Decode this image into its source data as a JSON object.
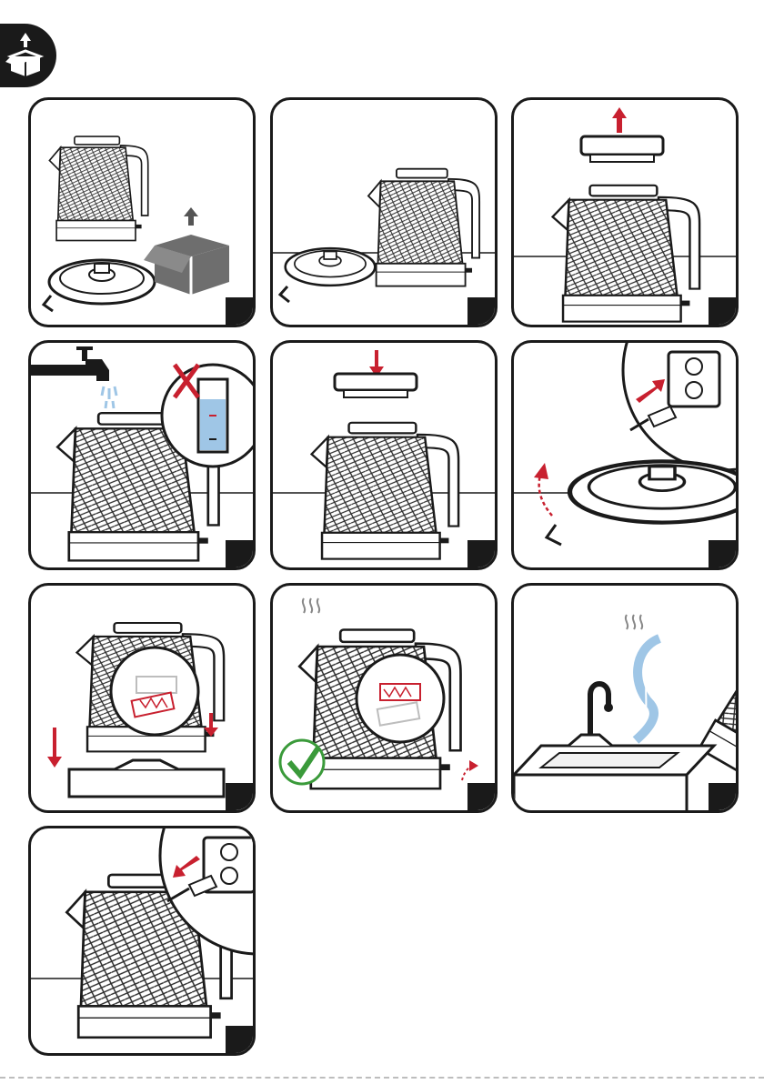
{
  "colors": {
    "ink": "#1a1a1a",
    "accent_red": "#c8202f",
    "water_blue": "#9fc6e6",
    "check_green": "#3a9a3a",
    "mesh": "#2a2a2a"
  },
  "header": {
    "icon": "unbox-arrow-icon"
  },
  "panels": [
    {
      "scene": "unbox"
    },
    {
      "scene": "place-on-base"
    },
    {
      "scene": "remove-lid"
    },
    {
      "scene": "fill-water-max"
    },
    {
      "scene": "close-lid"
    },
    {
      "scene": "plug-in"
    },
    {
      "scene": "switch-on"
    },
    {
      "scene": "boiling-auto-off"
    },
    {
      "scene": "pour-out"
    },
    {
      "scene": "unplug"
    }
  ]
}
